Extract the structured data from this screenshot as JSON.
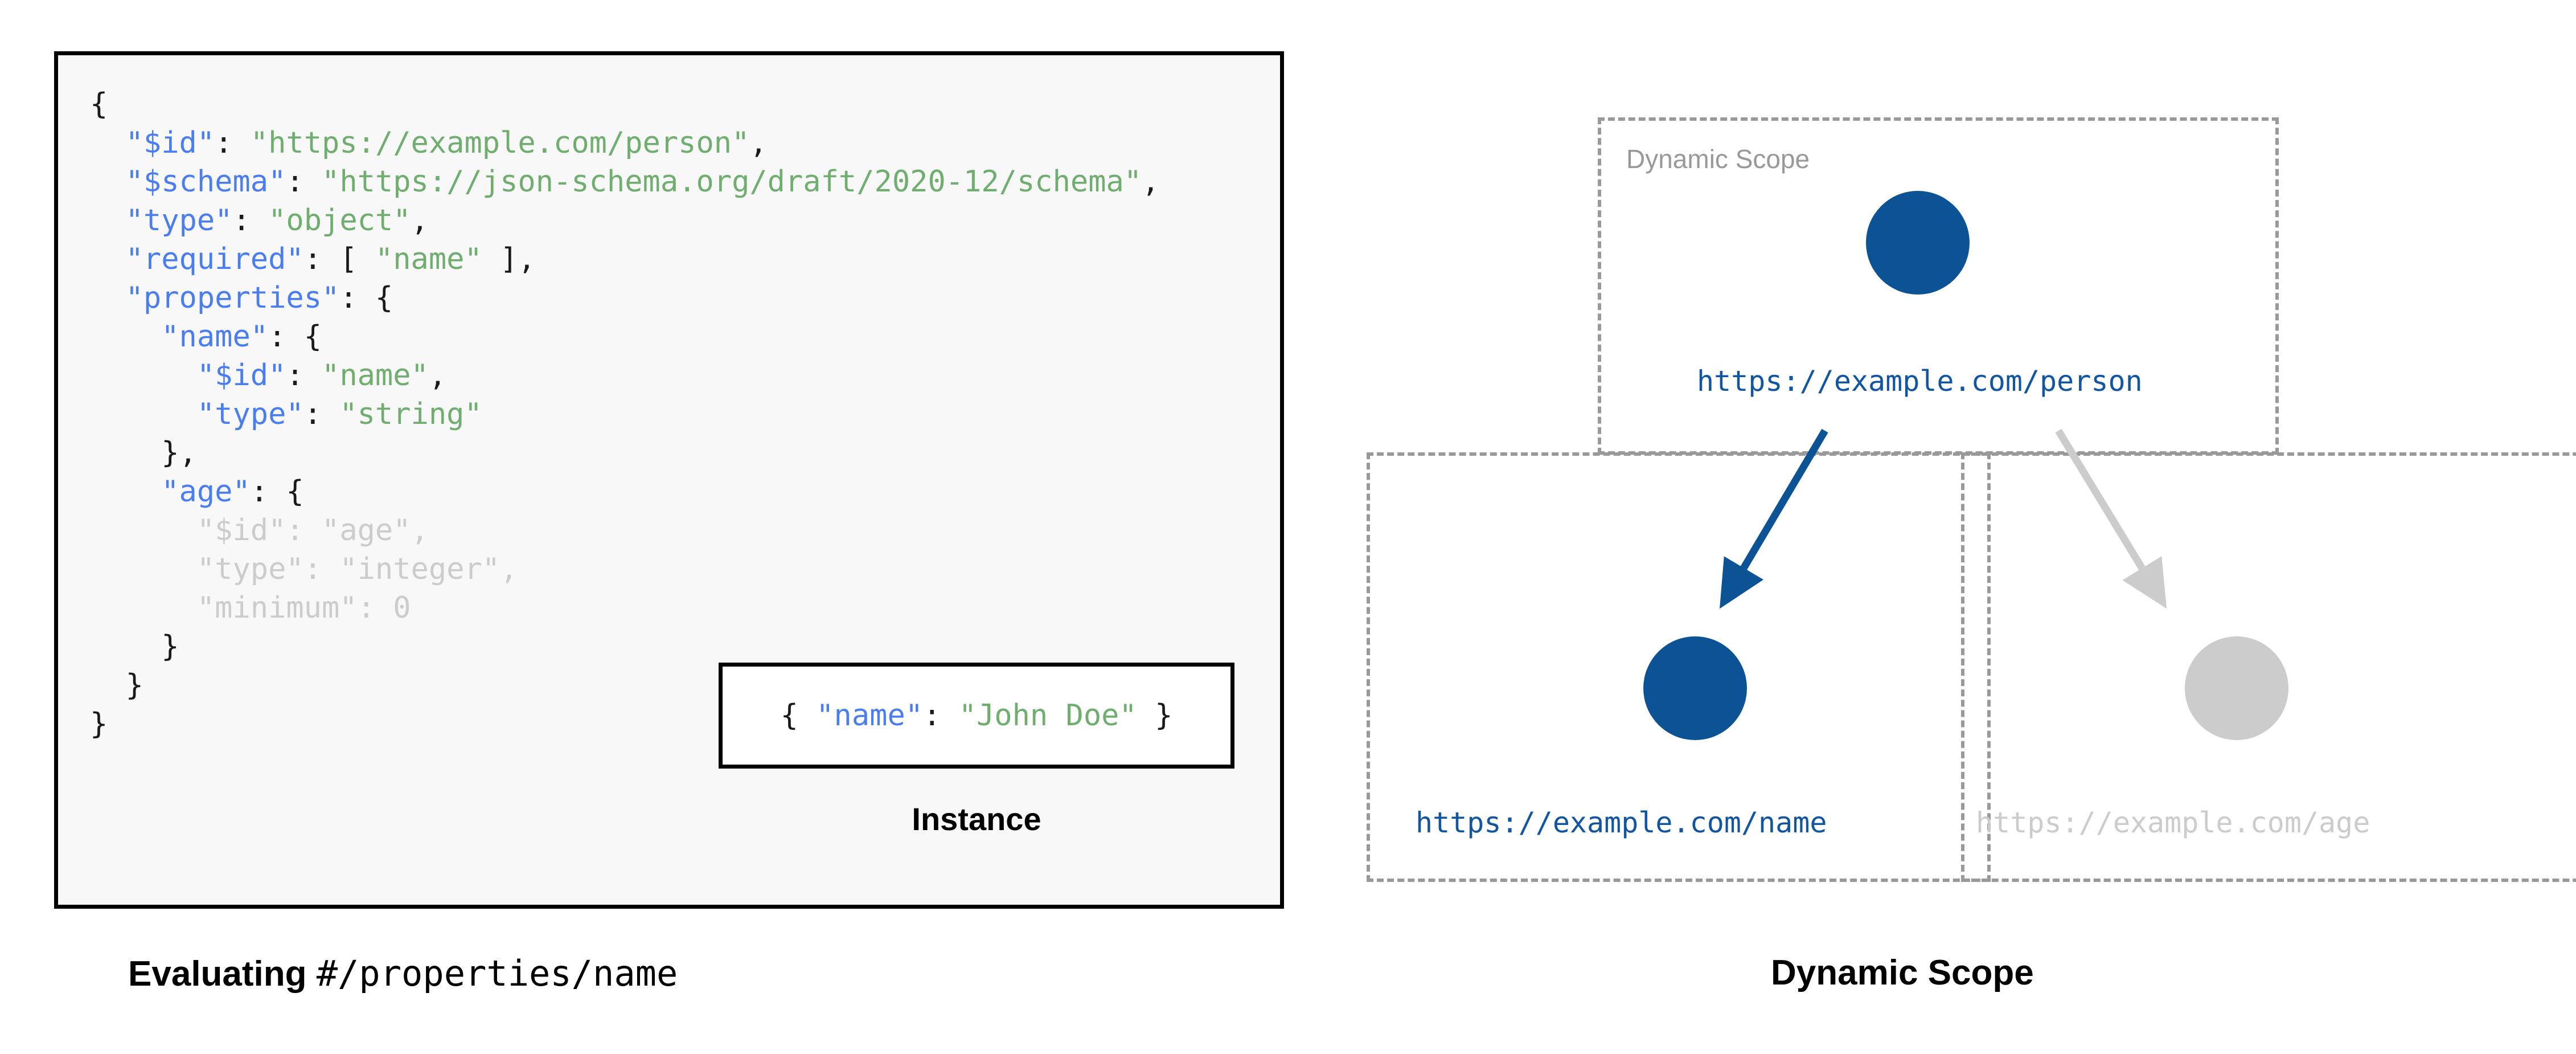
{
  "schema_panel": {
    "background_color": "#f8f8f8",
    "border_color": "#000000",
    "code_lines": [
      {
        "indent": 0,
        "tokens": [
          {
            "t": "{",
            "c": "p"
          }
        ]
      },
      {
        "indent": 1,
        "tokens": [
          {
            "t": "\"$id\"",
            "c": "k"
          },
          {
            "t": ": ",
            "c": "p"
          },
          {
            "t": "\"https://example.com/person\"",
            "c": "s"
          },
          {
            "t": ",",
            "c": "p"
          }
        ]
      },
      {
        "indent": 1,
        "tokens": [
          {
            "t": "\"$schema\"",
            "c": "k"
          },
          {
            "t": ": ",
            "c": "p"
          },
          {
            "t": "\"https://json-schema.org/draft/2020-12/schema\"",
            "c": "s"
          },
          {
            "t": ",",
            "c": "p"
          }
        ]
      },
      {
        "indent": 1,
        "tokens": [
          {
            "t": "\"type\"",
            "c": "k"
          },
          {
            "t": ": ",
            "c": "p"
          },
          {
            "t": "\"object\"",
            "c": "s"
          },
          {
            "t": ",",
            "c": "p"
          }
        ]
      },
      {
        "indent": 1,
        "tokens": [
          {
            "t": "\"required\"",
            "c": "k"
          },
          {
            "t": ": [ ",
            "c": "p"
          },
          {
            "t": "\"name\"",
            "c": "s"
          },
          {
            "t": " ],",
            "c": "p"
          }
        ]
      },
      {
        "indent": 1,
        "tokens": [
          {
            "t": "\"properties\"",
            "c": "k"
          },
          {
            "t": ": {",
            "c": "p"
          }
        ]
      },
      {
        "indent": 2,
        "tokens": [
          {
            "t": "\"name\"",
            "c": "k"
          },
          {
            "t": ": {",
            "c": "p"
          }
        ]
      },
      {
        "indent": 3,
        "tokens": [
          {
            "t": "\"$id\"",
            "c": "k"
          },
          {
            "t": ": ",
            "c": "p"
          },
          {
            "t": "\"name\"",
            "c": "s"
          },
          {
            "t": ",",
            "c": "p"
          }
        ]
      },
      {
        "indent": 3,
        "tokens": [
          {
            "t": "\"type\"",
            "c": "k"
          },
          {
            "t": ": ",
            "c": "p"
          },
          {
            "t": "\"string\"",
            "c": "s"
          }
        ]
      },
      {
        "indent": 2,
        "tokens": [
          {
            "t": "},",
            "c": "p"
          }
        ]
      },
      {
        "indent": 2,
        "tokens": [
          {
            "t": "\"age\"",
            "c": "k"
          },
          {
            "t": ": {",
            "c": "p"
          }
        ]
      },
      {
        "indent": 3,
        "tokens": [
          {
            "t": "\"$id\"",
            "c": "dim-k"
          },
          {
            "t": ": ",
            "c": "dim-p"
          },
          {
            "t": "\"age\"",
            "c": "dim-s"
          },
          {
            "t": ",",
            "c": "dim-p"
          }
        ]
      },
      {
        "indent": 3,
        "tokens": [
          {
            "t": "\"type\"",
            "c": "dim-k"
          },
          {
            "t": ": ",
            "c": "dim-p"
          },
          {
            "t": "\"integer\"",
            "c": "dim-s"
          },
          {
            "t": ",",
            "c": "dim-p"
          }
        ]
      },
      {
        "indent": 3,
        "tokens": [
          {
            "t": "\"minimum\"",
            "c": "dim-k"
          },
          {
            "t": ": ",
            "c": "dim-p"
          },
          {
            "t": "0",
            "c": "dim-n"
          }
        ]
      },
      {
        "indent": 2,
        "tokens": [
          {
            "t": "}",
            "c": "p"
          }
        ]
      },
      {
        "indent": 1,
        "tokens": [
          {
            "t": "}",
            "c": "p"
          }
        ]
      },
      {
        "indent": 0,
        "tokens": [
          {
            "t": "}",
            "c": "p"
          }
        ]
      }
    ]
  },
  "instance": {
    "code_tokens": [
      {
        "t": "{ ",
        "c": "p"
      },
      {
        "t": "\"name\"",
        "c": "k"
      },
      {
        "t": ": ",
        "c": "p"
      },
      {
        "t": "\"John Doe\"",
        "c": "s"
      },
      {
        "t": " }",
        "c": "p"
      }
    ],
    "caption": "Instance"
  },
  "captions": {
    "left_prefix": "Evaluating ",
    "left_pointer": "#/properties/name",
    "right": "Dynamic Scope"
  },
  "diagram": {
    "scope_label": "Dynamic Scope",
    "colors": {
      "active_blue": "#0b5394",
      "label_blue": "#1255a0",
      "inactive_grey": "#cccccc",
      "dash_grey": "#999999"
    },
    "nodes": [
      {
        "id": "person",
        "label": "https://example.com/person",
        "state": "active"
      },
      {
        "id": "name",
        "label": "https://example.com/name",
        "state": "active"
      },
      {
        "id": "age",
        "label": "https://example.com/age",
        "state": "inactive"
      }
    ],
    "edges": [
      {
        "from": "person",
        "to": "name",
        "state": "active"
      },
      {
        "from": "person",
        "to": "age",
        "state": "inactive"
      }
    ]
  },
  "syntax_colors": {
    "key": "#4a7ef0",
    "string": "#6fae6f",
    "punctuation": "#1a1a1a",
    "dimmed": "#cccccc"
  }
}
